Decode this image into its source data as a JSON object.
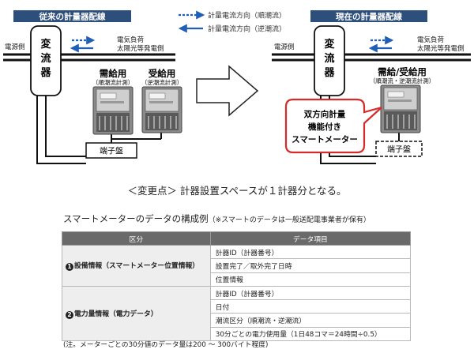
{
  "diagram": {
    "left_title": "従来の計量器配線",
    "right_title": "現在の計量器配線",
    "legend": {
      "forward": "計量電流方向（順潮流）",
      "reverse": "計量電流方向（逆潮流）"
    },
    "power_source": "電源側",
    "load_line1": "電気負荷",
    "load_line2": "太陽光等発電側",
    "transformer_chars": [
      "変",
      "流",
      "器"
    ],
    "left": {
      "meter1_label": "需給用",
      "meter1_sub": "（順潮流計測）",
      "meter2_label": "受給用",
      "meter2_sub": "（逆潮流計測）",
      "terminal": "端子盤"
    },
    "right": {
      "meter_label": "需給/受給用",
      "meter_sub": "（順潮流・逆潮流計測）",
      "callout_lines": [
        "双方向計量",
        "機能付き",
        "スマートメーター"
      ],
      "terminal": "端子盤"
    },
    "caption": "＜変更点＞ 計器設置スペースが１計器分となる。"
  },
  "table": {
    "title": "スマートメーターのデータの構成例",
    "title_note": "（※スマートのデータは一般送配電事業者が保有）",
    "headers": [
      "区分",
      "データ項目"
    ],
    "groups": [
      {
        "marker": "1",
        "category": "設備情報（スマートメーター位置情報）",
        "items": [
          "計器ID（計器番号）",
          "設置完了／取外完了日時",
          "位置情報"
        ]
      },
      {
        "marker": "2",
        "category": "電力量情報（電力データ）",
        "items": [
          "計器ID（計器番号）",
          "日付",
          "潮流区分（順潮流・逆潮流）",
          "30分ごとの電力使用量（1日48コマ＝24時間÷0.5）"
        ]
      }
    ],
    "footnote": "(注。メーターごとの30分値のデータ量は200 〜 300バイト程度)"
  },
  "colors": {
    "title_bar": "#2d4f7c",
    "arrow_blue": "#1f5fb5",
    "callout_border": "#d62b2b",
    "header_gray": "#6a6a6a",
    "category_bg": "#eeeeee"
  }
}
